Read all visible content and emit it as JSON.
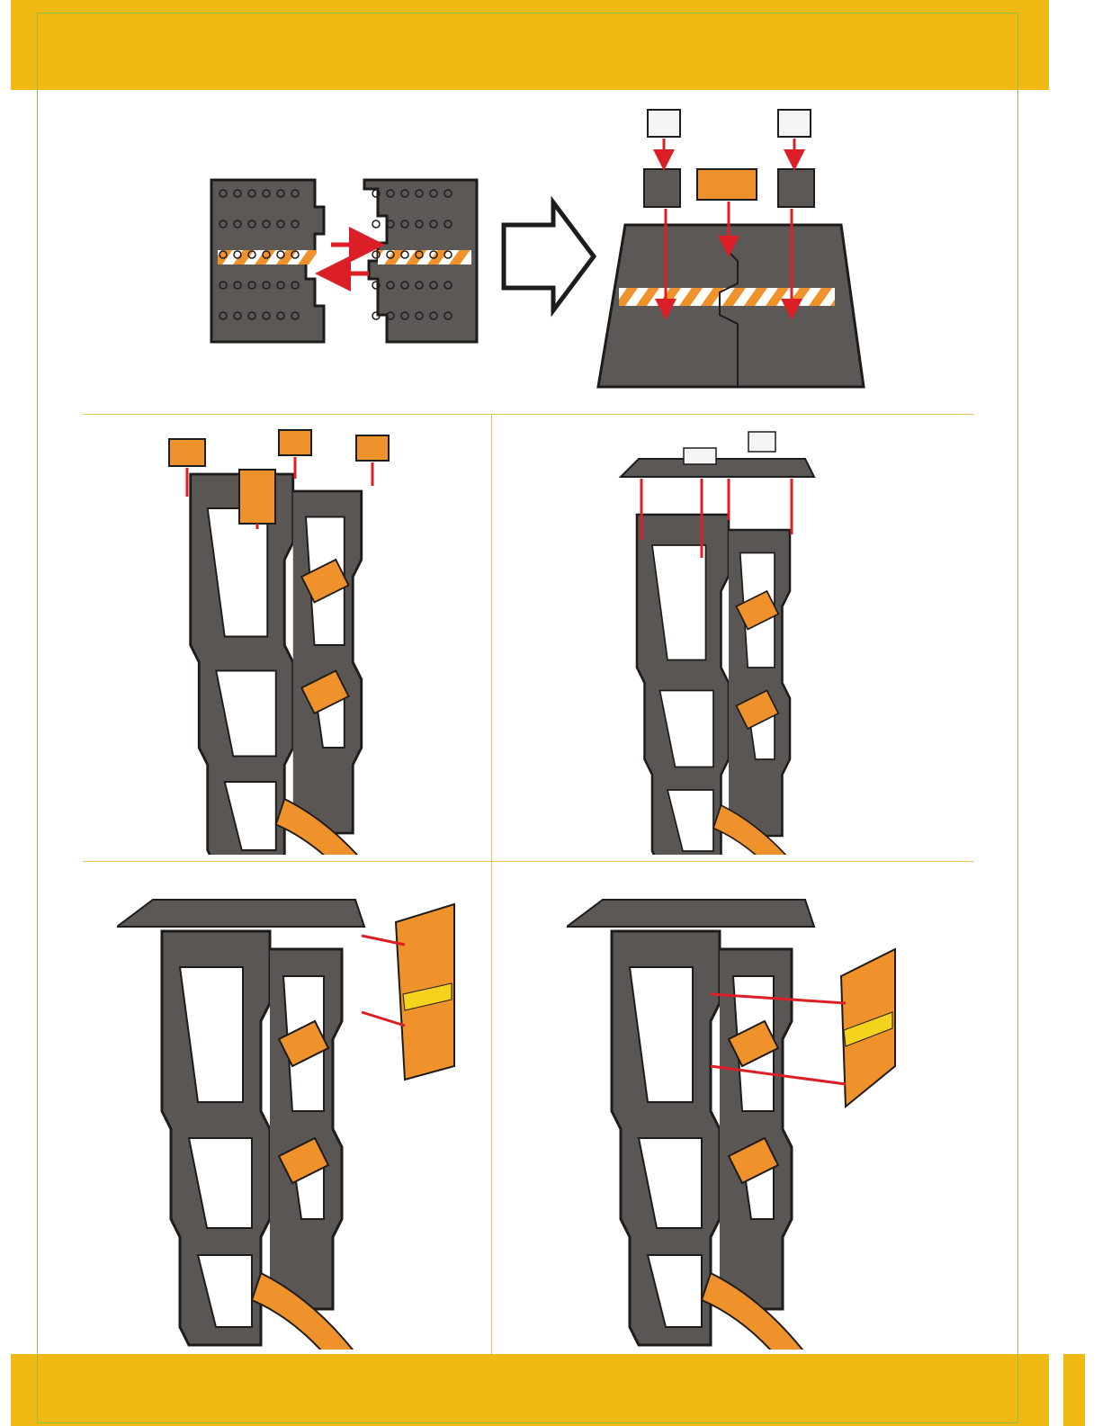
{
  "colors": {
    "band": "#f0b914",
    "frame": "#8bc34a",
    "divider": "#e8c25a",
    "plate": "#5c5856",
    "tower": "#5a5654",
    "outline": "#1e1c1b",
    "orange": "#f0922b",
    "white_brick": "#f4f4f2",
    "arrow": "#dc1f26",
    "yellow": "#f5d21c"
  },
  "steps": [
    {
      "id": "step-1",
      "description_icon": "plate-join-diagram"
    },
    {
      "id": "step-2",
      "description_icon": "orange-bricks-on-towers"
    },
    {
      "id": "step-3",
      "description_icon": "plate-on-towers"
    },
    {
      "id": "step-4",
      "description_icon": "side-panel-small"
    },
    {
      "id": "step-5",
      "description_icon": "side-panel-large"
    }
  ]
}
